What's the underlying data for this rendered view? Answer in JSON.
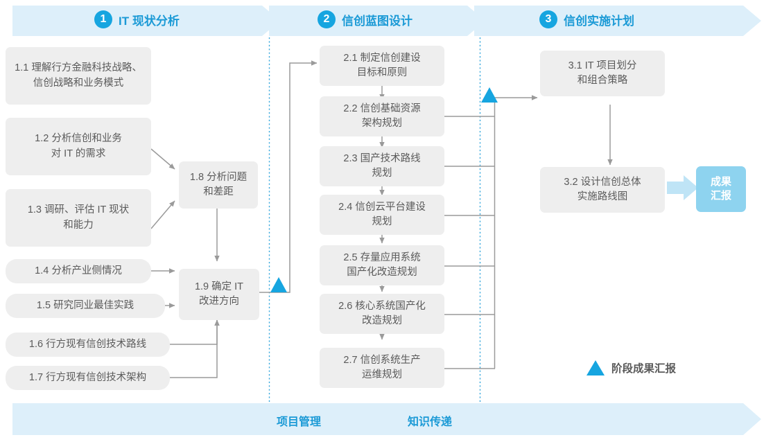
{
  "diagram": {
    "title_phases": [
      {
        "number": "1",
        "label": "IT 现状分析"
      },
      {
        "number": "2",
        "label": "信创蓝图设计"
      },
      {
        "number": "3",
        "label": "信创实施计划"
      }
    ],
    "colors": {
      "band_fill": "#ddeffa",
      "accent_blue": "#16a5e0",
      "label_blue": "#1b9ad6",
      "box_fill": "#eeeeee",
      "box_text": "#5a5a5a",
      "deliverable_fill": "#8ed3ef",
      "connector": "#9a9a9a",
      "divider": "#3aa9dd"
    },
    "phase1_inputs": [
      {
        "id": "1.1",
        "text": "1.1 理解行方金融科技战略、\n信创战略和业务模式"
      },
      {
        "id": "1.2",
        "text": "1.2 分析信创和业务\n对 IT 的需求"
      },
      {
        "id": "1.3",
        "text": "1.3 调研、评估 IT 现状\n和能力"
      },
      {
        "id": "1.4",
        "text": "1.4 分析产业侧情况"
      },
      {
        "id": "1.5",
        "text": "1.5 研究同业最佳实践"
      },
      {
        "id": "1.6",
        "text": "1.6 行方现有信创技术路线"
      },
      {
        "id": "1.7",
        "text": "1.7 行方现有信创技术架构"
      }
    ],
    "phase1_outputs": [
      {
        "id": "1.8",
        "text": "1.8 分析问题\n和差距"
      },
      {
        "id": "1.9",
        "text": "1.9 确定 IT\n改进方向"
      }
    ],
    "phase2_steps": [
      {
        "id": "2.1",
        "text": "2.1 制定信创建设\n目标和原则"
      },
      {
        "id": "2.2",
        "text": "2.2 信创基础资源\n架构规划"
      },
      {
        "id": "2.3",
        "text": "2.3 国产技术路线\n规划"
      },
      {
        "id": "2.4",
        "text": "2.4 信创云平台建设\n规划"
      },
      {
        "id": "2.5",
        "text": "2.5 存量应用系统\n国产化改造规划"
      },
      {
        "id": "2.6",
        "text": "2.6 核心系统国产化\n改造规划"
      },
      {
        "id": "2.7",
        "text": "2.7 信创系统生产\n运维规划"
      }
    ],
    "phase3_steps": [
      {
        "id": "3.1",
        "text": "3.1 IT 项目划分\n和组合策略"
      },
      {
        "id": "3.2",
        "text": "3.2 设计信创总体\n实施路线图"
      }
    ],
    "deliverable": {
      "text": "成果\n汇报"
    },
    "legend": {
      "text": "阶段成果汇报",
      "marker": "milestone-triangle"
    },
    "bottom_band": [
      {
        "label": "项目管理"
      },
      {
        "label": "知识传递"
      }
    ]
  }
}
